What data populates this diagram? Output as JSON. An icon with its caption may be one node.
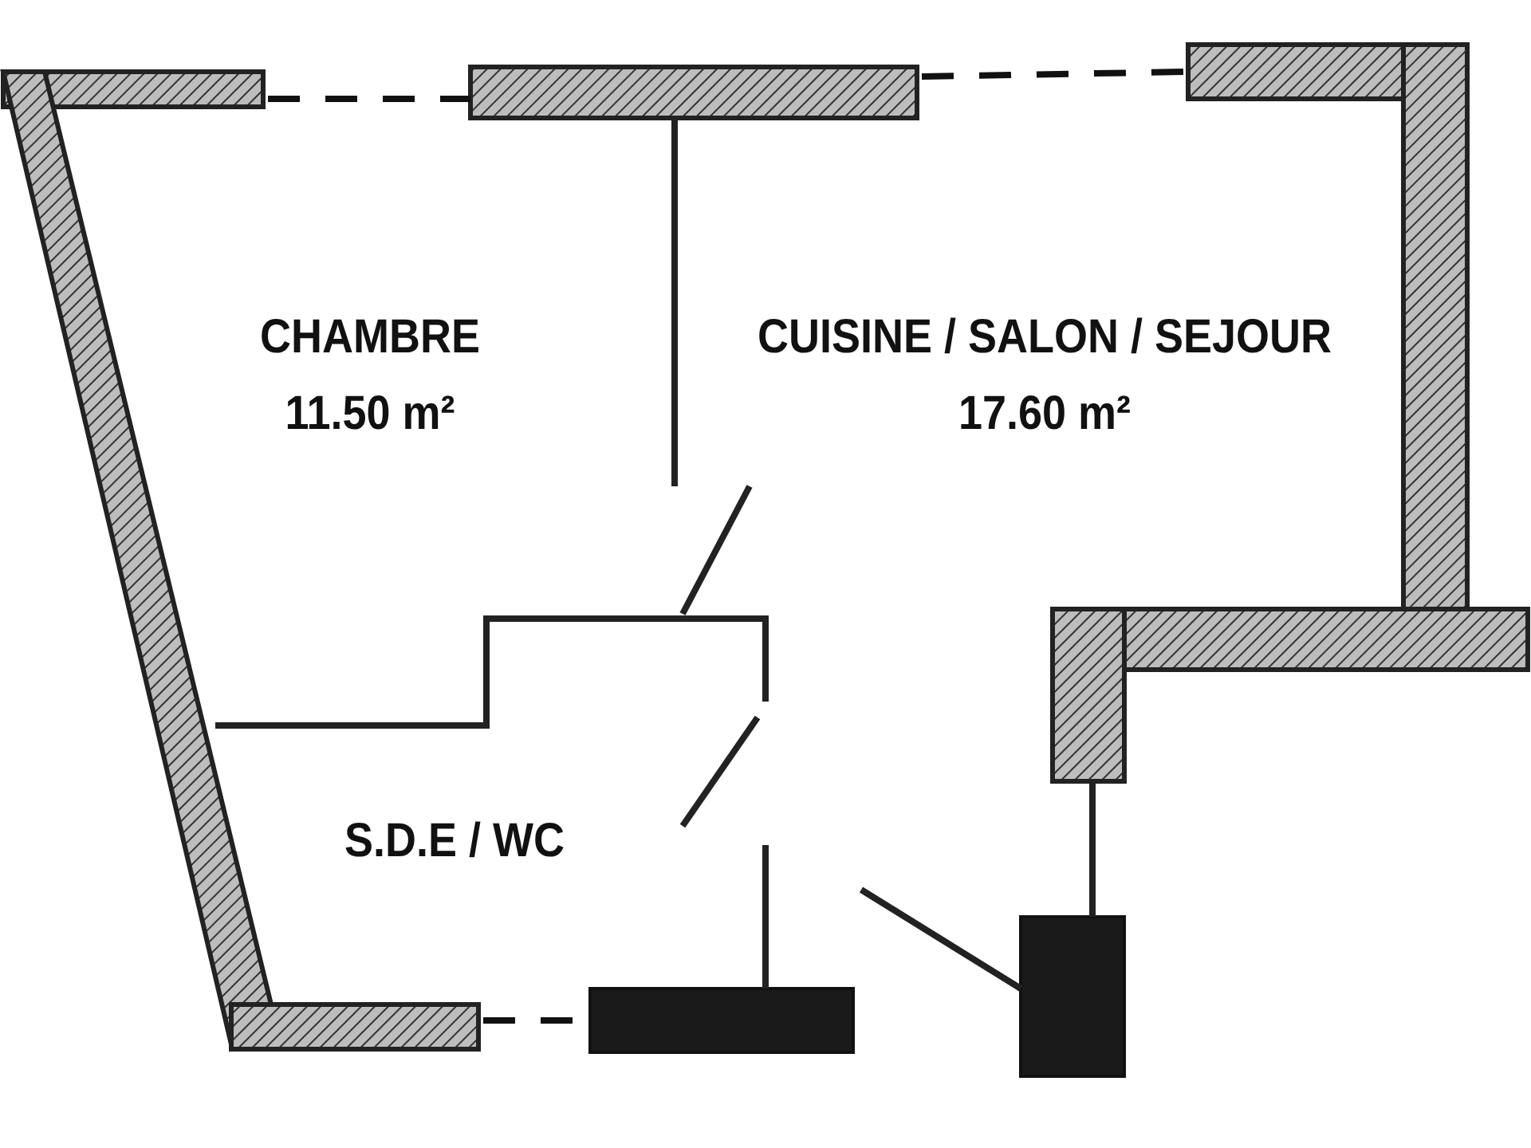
{
  "diagram": {
    "labels": [
      "CHAMBRE",
      "11.50 m²",
      "CUISINE / SALON / SEJOUR",
      "17.60 m²",
      "S.D.E / WC"
    ]
  }
}
